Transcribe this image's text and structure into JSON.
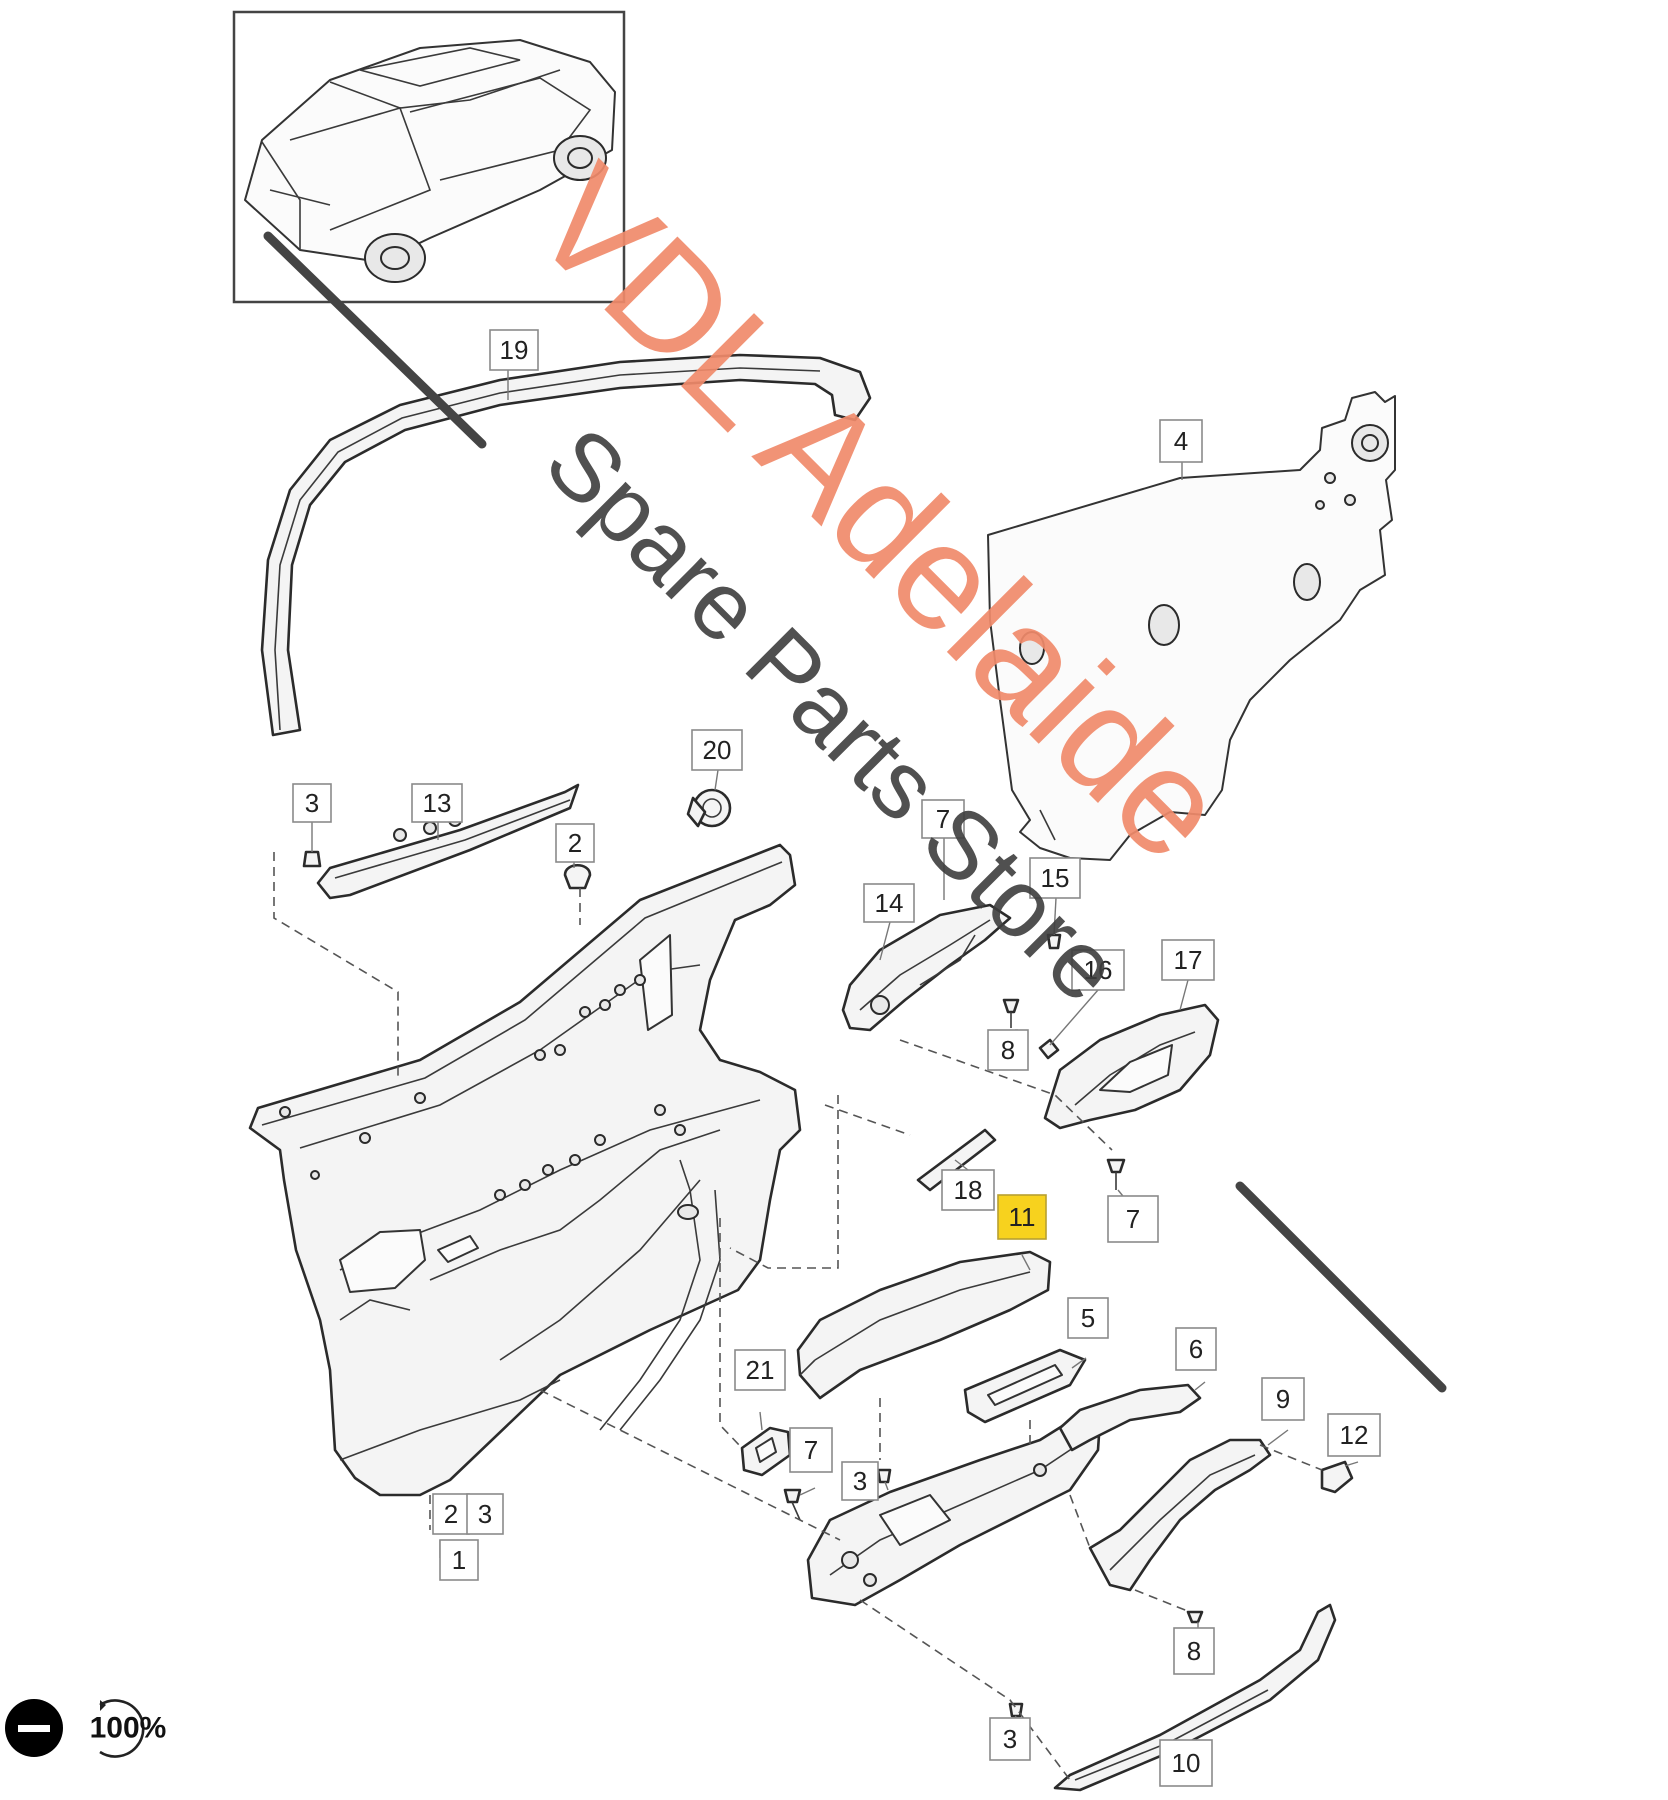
{
  "callouts": {
    "c19": "19",
    "c4": "4",
    "c20": "20",
    "c3a": "3",
    "c13": "13",
    "c2a": "2",
    "c7a": "7",
    "c14": "14",
    "c15": "15",
    "c16": "16",
    "c17": "17",
    "c8a": "8",
    "c18": "18",
    "c11": "11",
    "c7b": "7",
    "c5": "5",
    "c6": "6",
    "c9": "9",
    "c12": "12",
    "c21": "21",
    "c7c": "7",
    "c3b": "3",
    "c2b": "2",
    "c3c": "3",
    "c1": "1",
    "c8b": "8",
    "c3d": "3",
    "c10": "10"
  },
  "highlighted_part": "11",
  "watermark": {
    "line1": "VDL Adelaide",
    "line2": "Spare Parts Store"
  },
  "viewer": {
    "zoom_label": "100%",
    "zoom_out_icon": "minus-circle-icon",
    "zoom_reset_icon": "refresh-icon"
  },
  "colors": {
    "highlight": "#f7d21e",
    "watermark_red": "#f08a6a",
    "watermark_grey": "#3d3d3d"
  }
}
